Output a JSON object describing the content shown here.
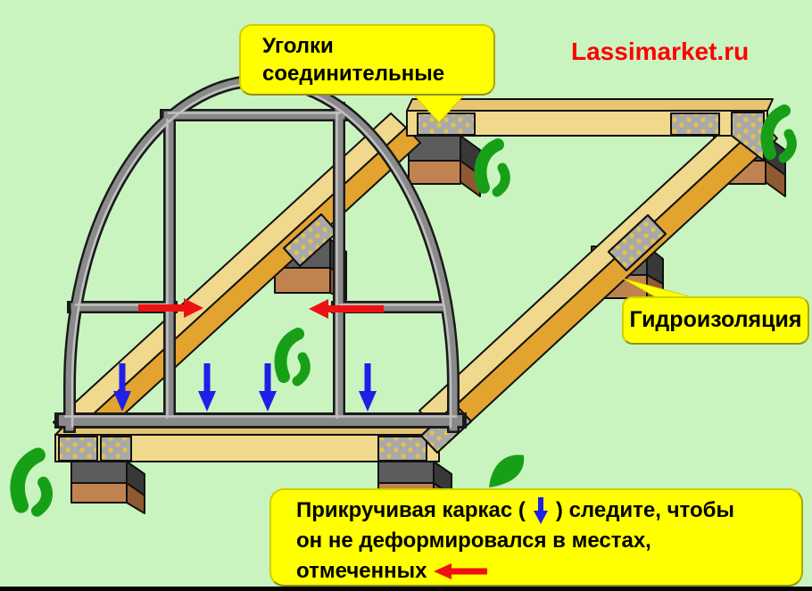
{
  "title": "Greenhouse frame mounting diagram",
  "watermark": {
    "text": "Lassimarket.ru",
    "color": "#ff0000"
  },
  "callouts": {
    "corner_brackets": {
      "line1": "Уголки",
      "line2": "соединительные"
    },
    "waterproofing": {
      "label": "Гидроизоляция"
    },
    "instruction": {
      "line1_before_icon": "Прикручивая каркас (",
      "line1_after_icon": ") следите, чтобы",
      "line2": "он не деформировался в местах,",
      "line3": "отмеченных"
    }
  },
  "icons": {
    "blue_down_arrow": "screw-down-direction",
    "red_left_arrow": "deformation-spot-marker",
    "sprout": "grass-sprout"
  },
  "colors": {
    "background": "#c9f4c0",
    "callout_fill": "#ffff00",
    "callout_border": "#cfcf00",
    "beam_top_face": "#f0d88c",
    "beam_side_face": "#e2a42f",
    "metal_plate": "#a9a9a9",
    "plate_dots": "#e8c247",
    "waterproof_layer": "#5c5c5c",
    "foundation_block": "#c08350",
    "frame_tube": "#8a8a8a",
    "arrow_blue": "#1f1fe8",
    "arrow_red": "#ee1111",
    "sprout_green": "#17a017"
  }
}
